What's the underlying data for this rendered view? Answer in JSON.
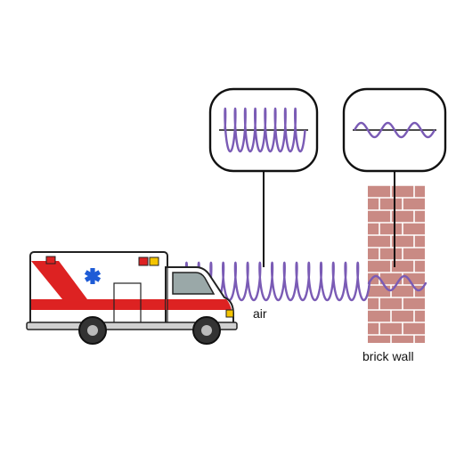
{
  "labels": {
    "air": "air",
    "brick_wall": "brick wall"
  },
  "waves": {
    "high_frequency_cycles_in_air": 15,
    "cycles_in_air_magnifier": 8,
    "low_frequency_cycles_in_wall": 2,
    "cycles_in_wall_magnifier": 3
  },
  "icons": [
    "ambulance-icon",
    "star-of-life-icon",
    "magnifier-bubble",
    "brick-wall"
  ],
  "colors": {
    "wave": "#7a5bb5",
    "brick": "#c98a84",
    "mortar": "#ffffff",
    "ambulance_stripe": "#dd2222",
    "ambulance_body": "#ffffff",
    "star_of_life": "#1e5bd6",
    "outline": "#222222"
  }
}
